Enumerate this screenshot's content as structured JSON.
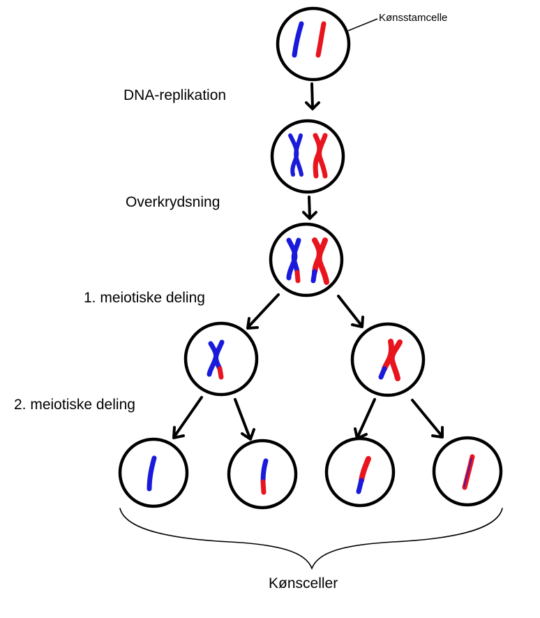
{
  "labels": {
    "stem_cell": "Kønsstamcelle",
    "dna_replication": "DNA-replikation",
    "crossing_over": "Overkrydsning",
    "meiosis_1": "1. meiotiske deling",
    "meiosis_2": "2. meiotiske deling",
    "gametes": "Kønsceller"
  },
  "colors": {
    "maternal_chromosome": "#1a1adb",
    "paternal_chromosome": "#e8141e",
    "outline": "#000000",
    "background": "#ffffff"
  }
}
